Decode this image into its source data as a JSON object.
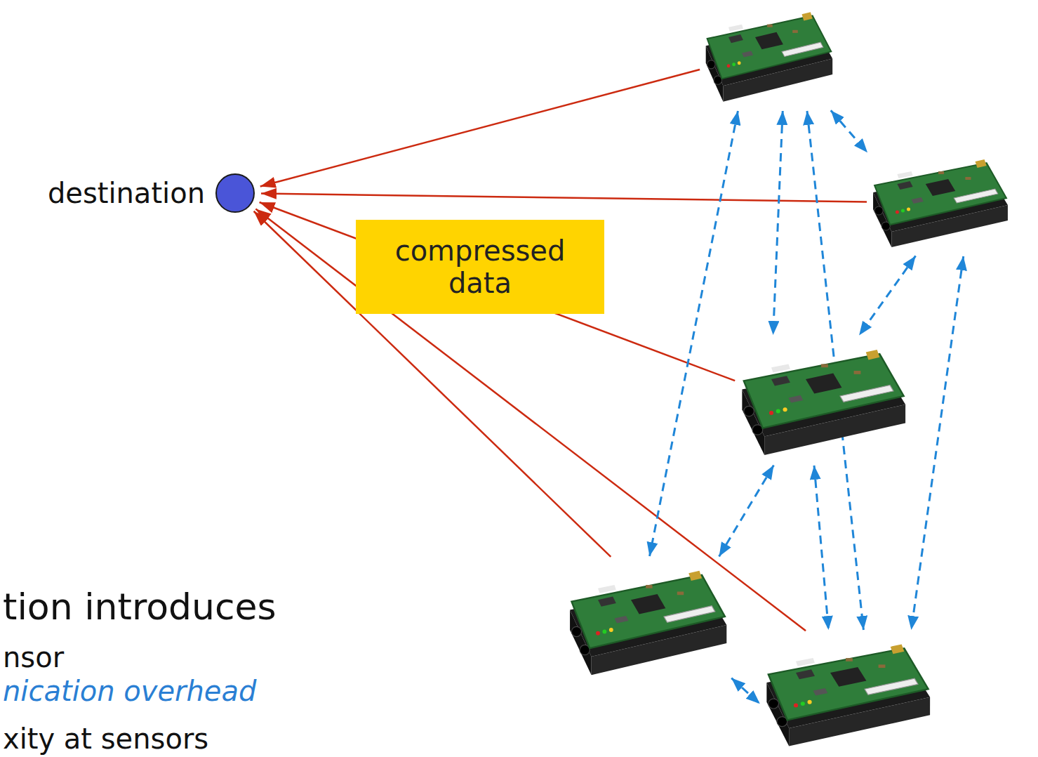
{
  "diagram": {
    "nodes": [
      {
        "text": []
      },
      {
        "text": [
          "destination"
        ]
      },
      {
        "text": []
      },
      {
        "text": [
          "compressed data"
        ]
      },
      {
        "text": []
      },
      {
        "text": []
      },
      {
        "text": []
      }
    ],
    "edges": [
      {
        "from": 0,
        "to": 1,
        "arrow": "to"
      },
      {
        "from": 2,
        "to": 1,
        "arrow": "to"
      },
      {
        "from": 4,
        "to": 1,
        "arrow": "to"
      },
      {
        "from": 5,
        "to": 1,
        "arrow": "to"
      },
      {
        "from": 6,
        "to": 1,
        "arrow": "to"
      },
      {
        "from": 0,
        "to": 5,
        "arrow": "both"
      },
      {
        "from": 0,
        "to": 4,
        "arrow": "both"
      },
      {
        "from": 0,
        "to": 6,
        "arrow": "both"
      },
      {
        "from": 0,
        "to": 2,
        "arrow": "both"
      },
      {
        "from": 2,
        "to": 4,
        "arrow": "both"
      },
      {
        "from": 2,
        "to": 6,
        "arrow": "both"
      },
      {
        "from": 4,
        "to": 6,
        "arrow": "both"
      },
      {
        "from": 4,
        "to": 5,
        "arrow": "both"
      },
      {
        "from": 5,
        "to": 6,
        "arrow": "both"
      }
    ],
    "labels": [
      "tion introduces",
      "nsor",
      "nication overhead",
      "xity at sensors"
    ]
  }
}
